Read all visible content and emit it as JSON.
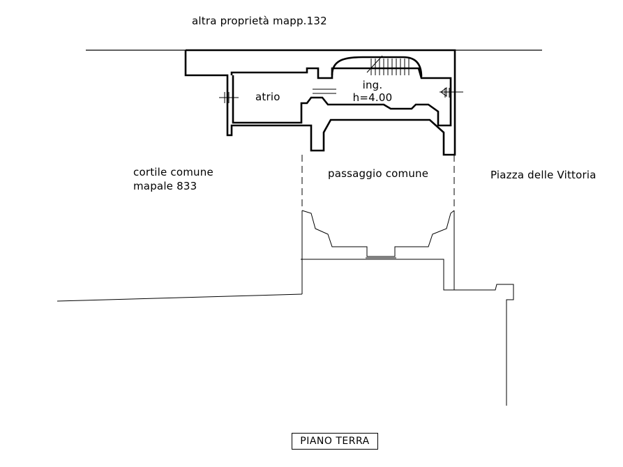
{
  "labels": {
    "north_property": "altra proprietà mapp.132",
    "atrio": "atrio",
    "ing_line1": "ing.",
    "ing_line2": "h=4.00",
    "courtyard_line1": "cortile comune",
    "courtyard_line2": "mapale 833",
    "passage": "passaggio comune",
    "square": "Piazza delle Vittoria"
  },
  "title": "PIANO TERRA",
  "colors": {
    "line": "#000000",
    "background": "#ffffff"
  }
}
